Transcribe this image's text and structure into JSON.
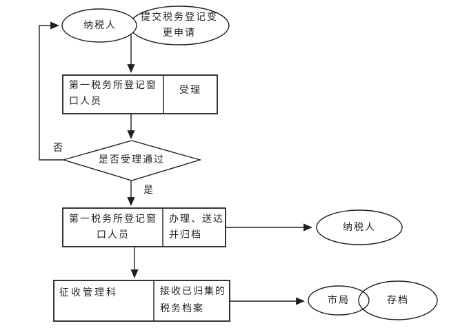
{
  "colors": {
    "background": "#ffffff",
    "stroke": "#1f1f1f",
    "text": "#1f1f1f"
  },
  "flowchart": {
    "start_taxpayer": {
      "label": "纳税人"
    },
    "submit_application": {
      "lines": [
        "提交税务登记变",
        "更申请"
      ]
    },
    "accept_step": {
      "role_lines": [
        "第一税务所登记窗",
        "口人员"
      ],
      "action": "受理"
    },
    "decision": {
      "question": "是否受理通过",
      "no": "否",
      "yes": "是"
    },
    "process_step": {
      "role_lines": [
        "第一税务所登记窗",
        "口人员"
      ],
      "action_lines": [
        "办理、送达",
        "并归档"
      ]
    },
    "end_taxpayer": {
      "label": "纳税人"
    },
    "collection_step": {
      "role": "征收管理科",
      "action_lines": [
        "接收已归集的",
        "税务档案"
      ]
    },
    "city_bureau": {
      "label": "市局"
    },
    "archive": {
      "label": "存档"
    }
  }
}
